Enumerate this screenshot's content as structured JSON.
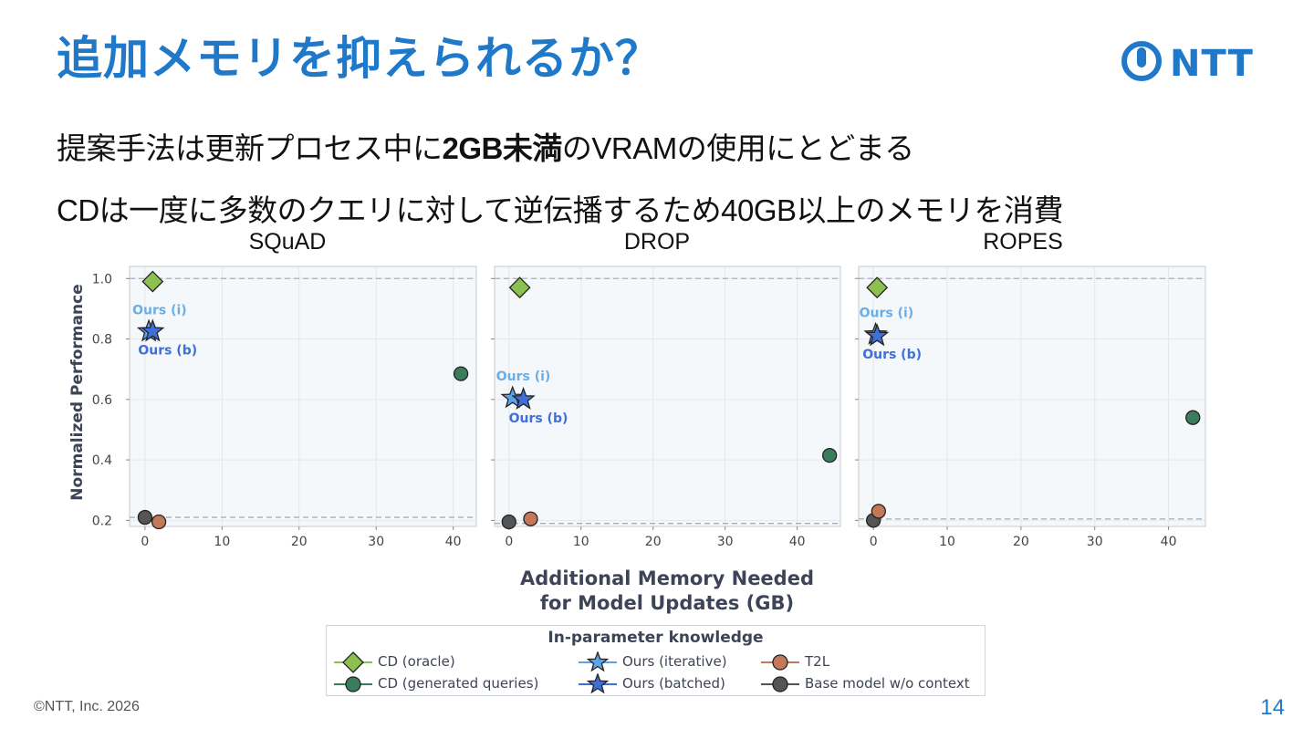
{
  "slide": {
    "title": "追加メモリを抑えられるか？",
    "logo_text": "NTT",
    "bullet1": {
      "pre": "提案手法は更新プロセス中に",
      "bold": "2GB未満",
      "post": "のVRAMの使用にとどまる"
    },
    "bullet2": "CDは一度に多数のクエリに対して逆伝播するため40GB以上のメモリを消費",
    "footer": "©NTT, Inc.  2026",
    "page_number": "14"
  },
  "colors": {
    "title": "#1f78c8",
    "cd_oracle": "#8cc152",
    "cd_generated": "#3a7d5c",
    "ours_iterative": "#5ba3ec",
    "ours_batched": "#3f6fd8",
    "t2l": "#c4785a",
    "base": "#555555",
    "label_iterative": "#6aaee8",
    "label_batched": "#3f6fd8"
  },
  "chart_data": {
    "type": "scatter",
    "ylabel": "Normalized Performance",
    "xlabel_line1": "Additional Memory Needed",
    "xlabel_line2": "for Model Updates (GB)",
    "legend_title": "In-parameter knowledge",
    "legend": [
      {
        "key": "cd_oracle",
        "label": "CD (oracle)",
        "marker": "diamond"
      },
      {
        "key": "cd_generated",
        "label": "CD (generated queries)",
        "marker": "circle"
      },
      {
        "key": "ours_iterative",
        "label": "Ours (iterative)",
        "marker": "star"
      },
      {
        "key": "ours_batched",
        "label": "Ours (batched)",
        "marker": "star"
      },
      {
        "key": "t2l",
        "label": "T2L",
        "marker": "circle"
      },
      {
        "key": "base",
        "label": "Base model w/o context",
        "marker": "circle"
      }
    ],
    "panels": [
      {
        "title": "SQuAD",
        "xticks": [
          0,
          10,
          20,
          30,
          40
        ],
        "yticks": [
          0.2,
          0.4,
          0.6,
          0.8,
          1.0
        ],
        "xlim": [
          -2,
          43
        ],
        "ylim": [
          0.18,
          1.04
        ],
        "hlines": [
          1.0,
          0.21
        ],
        "ours_i_label": "Ours (i)",
        "ours_b_label": "Ours (b)",
        "points": [
          {
            "series": "cd_oracle",
            "x": 1.0,
            "y": 0.99
          },
          {
            "series": "ours_iterative",
            "x": 0.5,
            "y": 0.825
          },
          {
            "series": "ours_batched",
            "x": 1.0,
            "y": 0.825
          },
          {
            "series": "cd_generated",
            "x": 41.0,
            "y": 0.685
          },
          {
            "series": "base",
            "x": 0.0,
            "y": 0.21
          },
          {
            "series": "t2l",
            "x": 1.8,
            "y": 0.195
          }
        ]
      },
      {
        "title": "DROP",
        "xticks": [
          0,
          10,
          20,
          30,
          40
        ],
        "yticks": [],
        "xlim": [
          -2,
          46
        ],
        "ylim": [
          0.18,
          1.04
        ],
        "hlines": [
          1.0,
          0.19
        ],
        "ours_i_label": "Ours (i)",
        "ours_b_label": "Ours (b)",
        "points": [
          {
            "series": "cd_oracle",
            "x": 1.5,
            "y": 0.97
          },
          {
            "series": "ours_iterative",
            "x": 0.5,
            "y": 0.605
          },
          {
            "series": "ours_batched",
            "x": 2.0,
            "y": 0.6
          },
          {
            "series": "cd_generated",
            "x": 44.5,
            "y": 0.415
          },
          {
            "series": "base",
            "x": 0.0,
            "y": 0.195
          },
          {
            "series": "t2l",
            "x": 3.0,
            "y": 0.205
          }
        ]
      },
      {
        "title": "ROPES",
        "xticks": [
          0,
          10,
          20,
          30,
          40
        ],
        "yticks": [],
        "xlim": [
          -2,
          45
        ],
        "ylim": [
          0.18,
          1.04
        ],
        "hlines": [
          1.0,
          0.205
        ],
        "ours_i_label": "Ours (i)",
        "ours_b_label": "Ours (b)",
        "points": [
          {
            "series": "cd_oracle",
            "x": 0.5,
            "y": 0.97
          },
          {
            "series": "ours_iterative",
            "x": 0.3,
            "y": 0.815
          },
          {
            "series": "ours_batched",
            "x": 0.5,
            "y": 0.81
          },
          {
            "series": "cd_generated",
            "x": 43.3,
            "y": 0.54
          },
          {
            "series": "base",
            "x": 0.0,
            "y": 0.2
          },
          {
            "series": "t2l",
            "x": 0.7,
            "y": 0.23
          }
        ]
      }
    ]
  }
}
